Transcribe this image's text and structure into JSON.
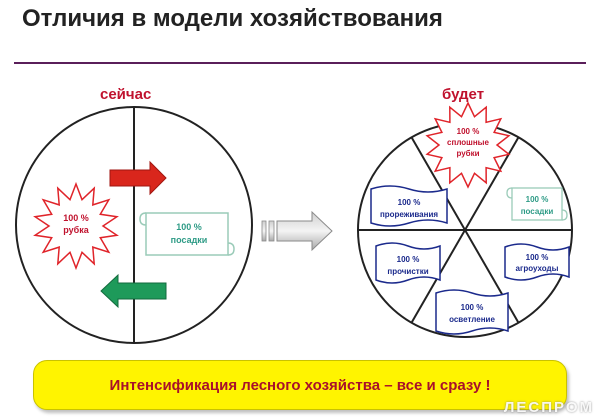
{
  "title": "Отличия в модели хозяйствования",
  "now": {
    "label": "сейчас",
    "cut": [
      "100 %",
      "рубка"
    ],
    "plant": [
      "100 %",
      "посадки"
    ]
  },
  "future": {
    "label": "будет",
    "sectors": [
      {
        "lines": [
          "100 %",
          "сплошные",
          "рубки"
        ]
      },
      {
        "lines": [
          "100 %",
          "посадки"
        ]
      },
      {
        "lines": [
          "100 %",
          "агроуходы"
        ]
      },
      {
        "lines": [
          "100 %",
          "осветление"
        ]
      },
      {
        "lines": [
          "100 %",
          "прочистки"
        ]
      },
      {
        "lines": [
          "100 %",
          "прореживания"
        ]
      }
    ]
  },
  "footer": "Интенсификация лесного хозяйства – все и сразу !",
  "watermark": "ЛЕСПРОМ",
  "colors": {
    "title_rule": "#5a1f5a",
    "label_red": "#c0122e",
    "arrow_red": "#d9261c",
    "arrow_green": "#1e9a5a",
    "teal_text": "#2e9b86",
    "blue_text": "#1b2a8c",
    "footer_bg": "#fff400",
    "footer_text": "#a8102b"
  }
}
